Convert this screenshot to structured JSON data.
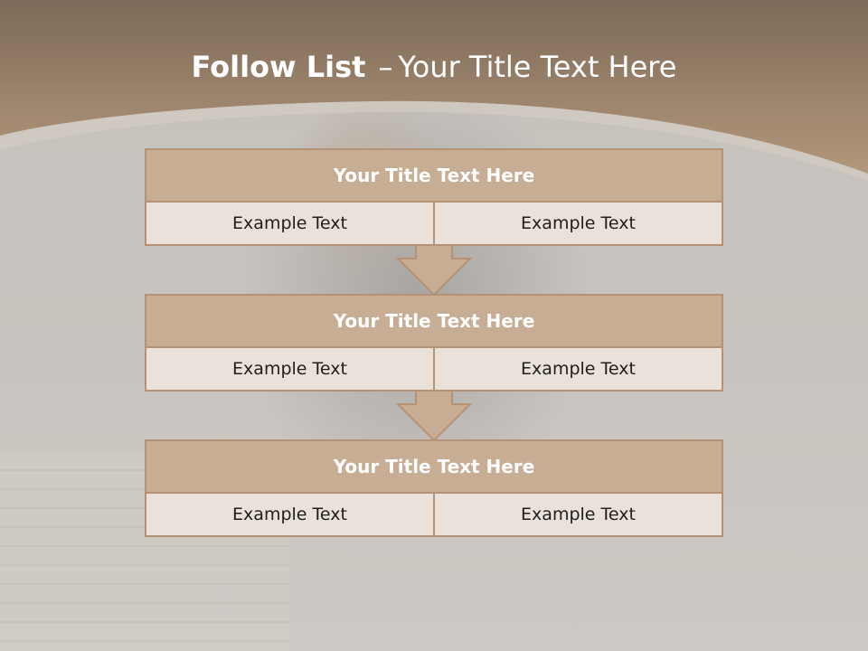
{
  "slide": {
    "title_bold": "Follow List",
    "title_separator": "–",
    "title_rest": "Your Title Text Here"
  },
  "steps": [
    {
      "title": "Your Title Text Here",
      "left": "Example Text",
      "right": "Example Text"
    },
    {
      "title": "Your Title Text Here",
      "left": "Example Text",
      "right": "Example Text"
    },
    {
      "title": "Your Title Text Here",
      "left": "Example Text",
      "right": "Example Text"
    }
  ],
  "colors": {
    "header_brown_top": "#7d6a58",
    "header_brown_bottom": "#b3977b",
    "box_header": "#c8ad95",
    "box_body": "#e9e1da",
    "box_border": "#b59274",
    "arrow_fill": "#c8ad95"
  }
}
